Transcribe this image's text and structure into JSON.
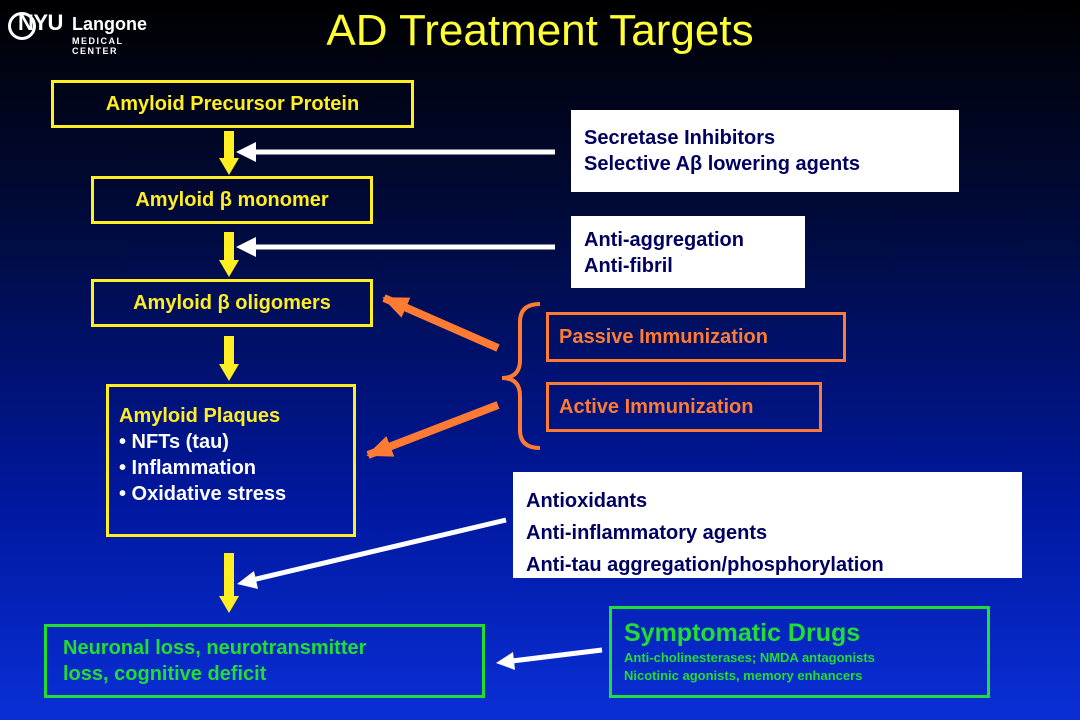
{
  "logo": {
    "nyu": "NYU",
    "langone": "Langone",
    "medical_center": "MEDICAL CENTER"
  },
  "title": "AD Treatment Targets",
  "pathway": {
    "app": "Amyloid Precursor Protein",
    "monomer": "Amyloid β monomer",
    "oligomers": "Amyloid β oligomers",
    "plaques": {
      "heading": "Amyloid Plaques",
      "bullets": [
        "• NFTs (tau)",
        "• Inflammation",
        "• Oxidative stress"
      ]
    },
    "outcome": [
      "Neuronal loss, neurotransmitter",
      "loss, cognitive deficit"
    ]
  },
  "interventions": {
    "secretase": [
      "Secretase Inhibitors",
      "Selective Aβ lowering agents"
    ],
    "aggregation": [
      "Anti-aggregation",
      "Anti-fibril"
    ],
    "passive": "Passive Immunization",
    "active": "Active Immunization",
    "antioxidants": [
      "Antioxidants",
      "Anti-inflammatory agents",
      "Anti-tau aggregation/phosphorylation"
    ],
    "symptomatic": {
      "heading": "Symptomatic Drugs",
      "lines": [
        "Anti-cholinesterases; NMDA antagonists",
        "Nicotinic agonists,  memory enhancers"
      ]
    }
  },
  "colors": {
    "yellow": "#ffee22",
    "orange": "#ff7b33",
    "green": "#22dd33",
    "white": "#ffffff",
    "title": "#ffff33"
  }
}
